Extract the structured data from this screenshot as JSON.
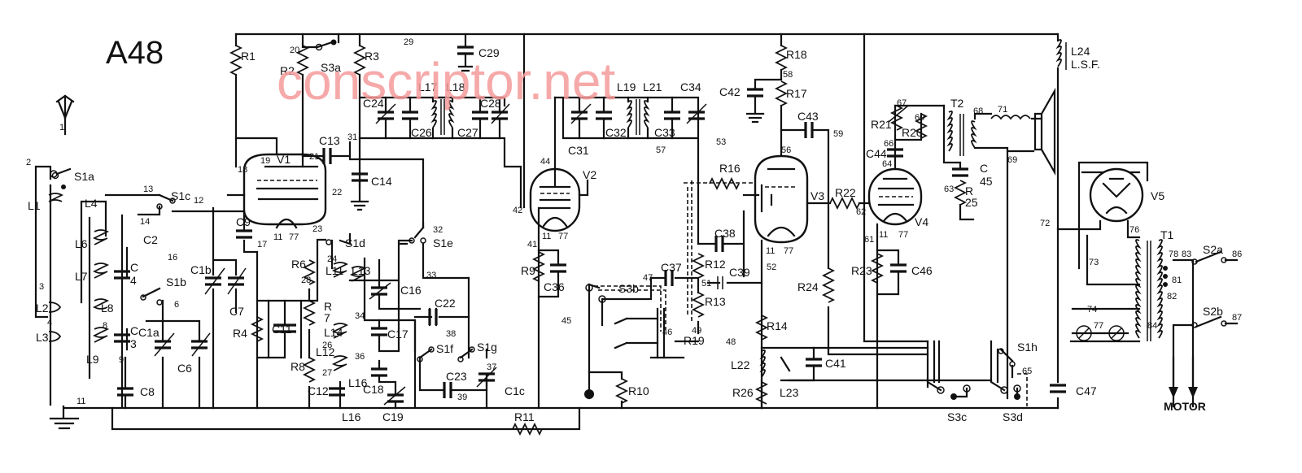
{
  "model": "A48",
  "watermark": "conscriptor.net",
  "motor_label": "MOTOR",
  "tubes": {
    "v1": "V1",
    "v2": "V2",
    "v3": "V3",
    "v4": "V4",
    "v5": "V5"
  },
  "labels": {
    "l1": "L1",
    "l2": "L2",
    "l3": "L3",
    "l4": "L4",
    "l6": "L6",
    "l7": "L7",
    "l8": "L8",
    "l9": "L9",
    "l11": "L11",
    "l12": "L12",
    "l13": "L13",
    "l14": "L14",
    "l16": "L16",
    "l17": "L17",
    "l18": "L18",
    "l19": "L19",
    "l21": "L21",
    "l22": "L22",
    "l23": "L23",
    "l24": "L24",
    "lsf": "L.S.F.",
    "r1": "R1",
    "r2": "R2",
    "r3": "R3",
    "r4": "R4",
    "r6": "R6",
    "r7": "R",
    "r7b": "7",
    "r8": "R8",
    "r9": "R9",
    "r10": "R10",
    "r11": "R11",
    "r12": "R12",
    "r13": "R13",
    "r14": "R14",
    "r16": "R16",
    "r17": "R17",
    "r18": "R18",
    "r19": "R19",
    "r20": "R20",
    "r21": "R21",
    "r22": "R22",
    "r23": "R23",
    "r24": "R24",
    "r25a": "R",
    "r25b": "25",
    "r26": "R26",
    "c2": "C2",
    "c4a": "C",
    "c4b": "4",
    "c3a": "C",
    "c3b": "3",
    "c6": "C6",
    "c7": "C7",
    "c8": "C8",
    "c9": "C9",
    "c11": "C11",
    "c12": "C12",
    "c13": "C13",
    "c14": "C14",
    "c16": "C16",
    "c17": "C17",
    "c18": "C18",
    "c19": "C19",
    "c22": "C22",
    "c23": "C23",
    "c24": "C24",
    "c26": "C26",
    "c27": "C27",
    "c28": "C28",
    "c29": "C29",
    "c31": "C31",
    "c32": "C32",
    "c33": "C33",
    "c34": "C34",
    "c36": "C36",
    "c37": "C37",
    "c38": "C38",
    "c39": "C39",
    "c41": "C41",
    "c42": "C42",
    "c43": "C43",
    "c44": "C44",
    "c45a": "C",
    "c45b": "45",
    "c46": "C46",
    "c47": "C47",
    "c1a": "C1a",
    "c1b": "C1b",
    "c1c": "C1c",
    "s1a": "S1a",
    "s1b": "S1b",
    "s1c": "S1c",
    "s1d": "S1d",
    "s1e": "S1e",
    "s1f": "S1f",
    "s1g": "S1g",
    "s1h": "S1h",
    "s2a": "S2a",
    "s2b": "S2b",
    "s3a": "S3a",
    "s3b": "S3b",
    "s3c": "S3c",
    "s3d": "S3d",
    "t1": "T1",
    "t2": "T2",
    "n1": "1",
    "n2": "2",
    "n3": "3",
    "n4": "4",
    "n6": "6",
    "n8": "8",
    "n9": "9",
    "n11a": "11",
    "n12": "12",
    "n13": "13",
    "n14": "14",
    "n16": "16",
    "n17": "17",
    "n18": "18",
    "n19": "19",
    "n20": "20",
    "n21": "21",
    "n22": "22",
    "n23": "23",
    "n24": "24",
    "n26": "26",
    "n27": "27",
    "n28": "28",
    "n29": "29",
    "n31": "31",
    "n32": "32",
    "n33": "33",
    "n34": "34",
    "n36": "36",
    "n37": "37",
    "n38": "38",
    "n39": "39",
    "n41": "41",
    "n42": "42",
    "n44": "44",
    "n45": "45",
    "n46": "46",
    "n47": "47",
    "n48": "48",
    "n49": "49",
    "n51": "51",
    "n52": "52",
    "n53": "53",
    "n56": "56",
    "n57": "57",
    "n58": "58",
    "n59": "59",
    "n60": "60",
    "n61": "61",
    "n62": "62",
    "n63": "63",
    "n64": "64",
    "n65": "65",
    "n66": "66",
    "n67": "67",
    "n68": "68",
    "n69": "69",
    "n71": "71",
    "n72": "72",
    "n73": "73",
    "n74": "74",
    "n76": "76",
    "n78": "78",
    "n81": "81",
    "n82": "82",
    "n83": "83",
    "n84": "84",
    "n86": "86",
    "n87": "87",
    "p11": "11",
    "p77": "77"
  }
}
